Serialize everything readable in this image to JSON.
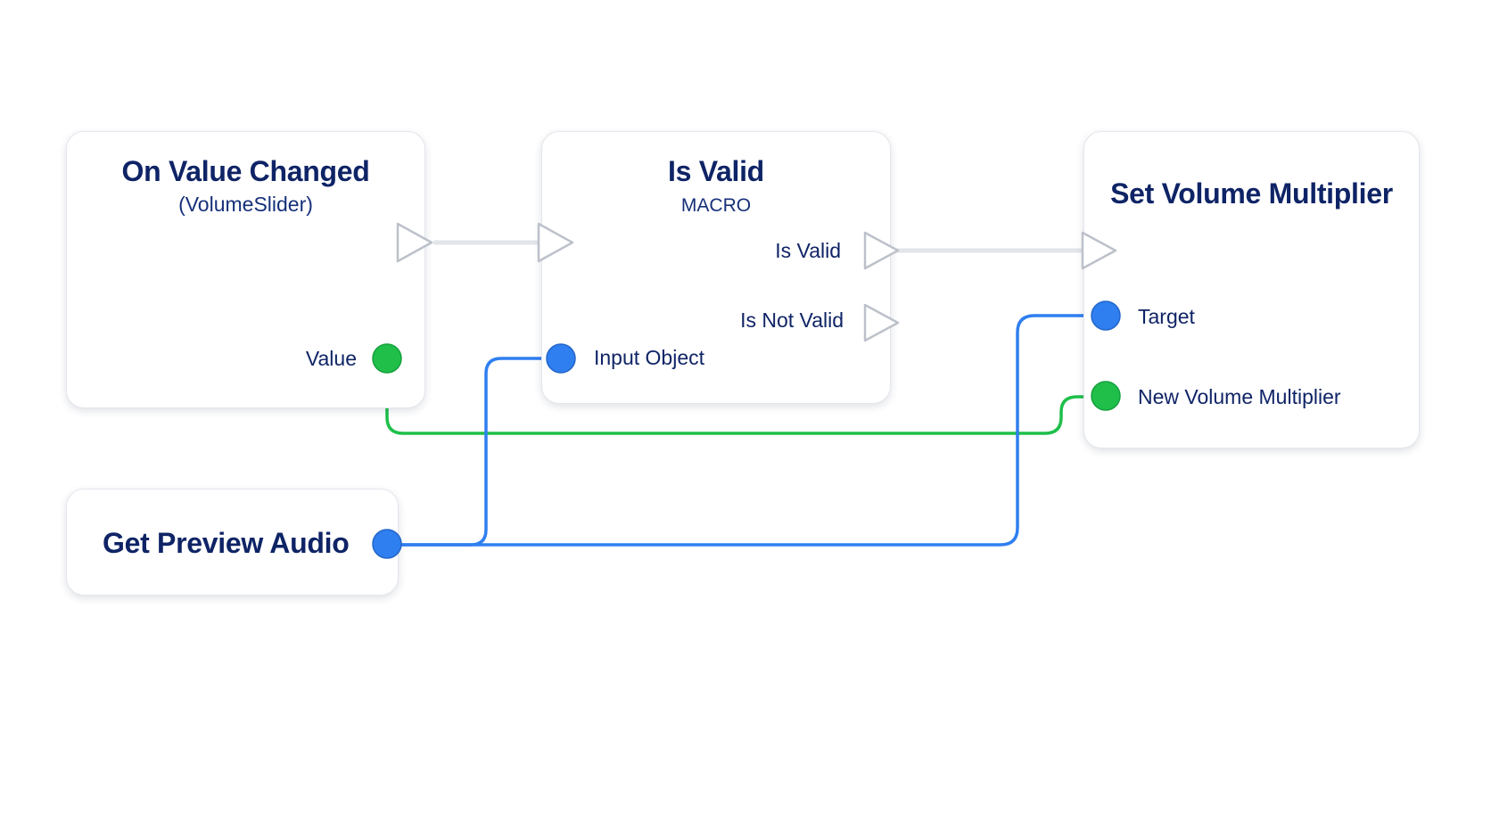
{
  "nodes": {
    "on_value_changed": {
      "title": "On Value Changed",
      "subtitle": "(VolumeSlider)",
      "pins": {
        "value": "Value"
      }
    },
    "is_valid": {
      "title": "Is Valid",
      "subtitle": "MACRO",
      "pins": {
        "input_object": "Input Object",
        "is_valid": "Is Valid",
        "is_not_valid": "Is Not Valid"
      }
    },
    "set_volume_multiplier": {
      "title": "Set Volume Multiplier",
      "pins": {
        "target": "Target",
        "new_volume_multiplier": "New Volume Multiplier"
      }
    },
    "get_preview_audio": {
      "title": "Get Preview Audio"
    }
  },
  "colors": {
    "object_pin": "#2f7ff0",
    "float_pin": "#1fbf4a",
    "exec_wire": "#dcdfe4",
    "exec_pin_stroke": "#b9bec8",
    "node_border": "#e3e6ec",
    "text": "#0f2466"
  }
}
